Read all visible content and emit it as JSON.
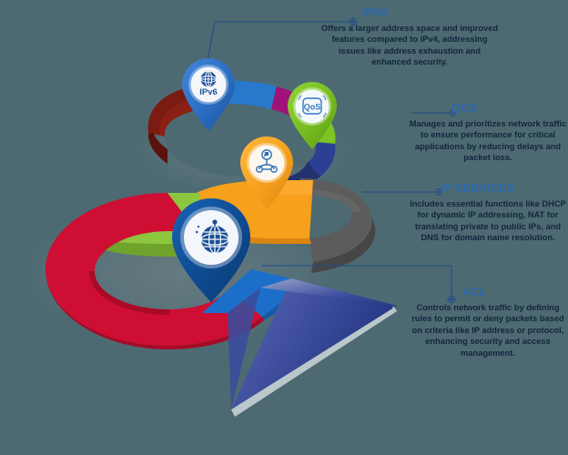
{
  "diagram": {
    "type": "spiral-road-infographic",
    "background_color": "#4d6a72",
    "accent_color": "#2c69b0",
    "arrow_color": "#2b3f8c"
  },
  "callouts": [
    {
      "id": "ipv6",
      "title": "IPV6",
      "body": "Offers a larger address space and improved features compared to IPv4, addressing issues like address exhaustion and enhanced security.",
      "title_color": "#2c69b0",
      "connector_color": "#1f4e87"
    },
    {
      "id": "qos",
      "title": "QOS",
      "body": "Manages and prioritizes network traffic to ensure performance for critical applications by reducing delays and packet loss.",
      "title_color": "#2c69b0",
      "connector_color": "#1f4e87"
    },
    {
      "id": "ipservices",
      "title": "IP SERVICES",
      "body": "Includes essential functions like DHCP for dynamic IP addressing, NAT for translating private to public IPs, and DNS for domain name resolution.",
      "title_color": "#2c69b0",
      "connector_color": "#1f4e87"
    },
    {
      "id": "acl",
      "title": "ACL",
      "body": "Controls network traffic by defining rules to permit or deny packets based on criteria like IP address or protocol, enhancing security and access management.",
      "title_color": "#2c69b0",
      "connector_color": "#1f4e87"
    }
  ],
  "pins": [
    {
      "id": "ipv6",
      "label": "IPv6",
      "icon": "globe-icon",
      "color": "#2b6fc4",
      "color_dark": "#1f58a3",
      "size": "small"
    },
    {
      "id": "qos",
      "label": "QoS",
      "icon": "qos-badge-icon",
      "color": "#76bc21",
      "color_dark": "#5da016",
      "size": "small"
    },
    {
      "id": "ipservices",
      "label": "",
      "icon": "network-nodes-icon",
      "color": "#f5a01e",
      "color_dark": "#dd8a10",
      "size": "small"
    },
    {
      "id": "acl",
      "label": "",
      "icon": "globe-shield-icon",
      "color": "#0f4c93",
      "color_dark": "#0b3c76",
      "size": "large"
    }
  ],
  "road_segments": [
    {
      "name": "dark-red",
      "color": "#8c1f14"
    },
    {
      "name": "purple",
      "color": "#6b3fd4"
    },
    {
      "name": "blue",
      "color": "#2878cc"
    },
    {
      "name": "magenta",
      "color": "#a01277"
    },
    {
      "name": "lime",
      "color": "#7ec424"
    },
    {
      "name": "navy",
      "color": "#2b3f93"
    },
    {
      "name": "gray",
      "color": "#5c5c5c"
    },
    {
      "name": "orange",
      "color": "#f6a01c"
    },
    {
      "name": "crimson",
      "color": "#cf0e33"
    },
    {
      "name": "green",
      "color": "#8dc63f"
    },
    {
      "name": "royal-blue",
      "color": "#1b6fc9"
    },
    {
      "name": "arrow-blue",
      "color": "#2b3f8c"
    }
  ]
}
